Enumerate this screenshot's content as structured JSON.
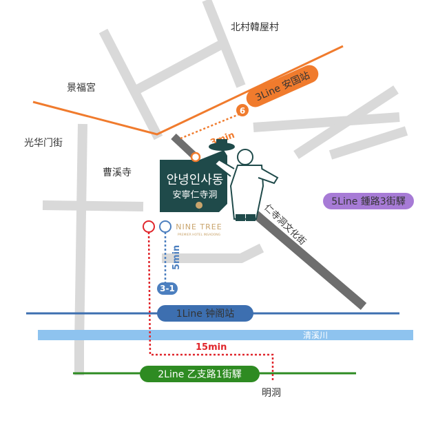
{
  "map": {
    "places": {
      "bukchon": "北村韓屋村",
      "gyeongbokgung": "景福宮",
      "gwanghwamun": "光华门街",
      "jogyesa": "曹溪寺",
      "insadong_street": "仁寺洞文化街",
      "myeongdong": "明洞",
      "cheonggyecheon": "清溪川"
    },
    "hotel": {
      "name_korean": "안녕인사동",
      "name_hanja": "安寧仁寺洞",
      "brand": "NINE TREE",
      "brand_sub": "PREMIER HOTEL INSADONG"
    },
    "subway_lines": [
      {
        "id": "line3",
        "label": "3Line 安国站",
        "color": "#f07b2d"
      },
      {
        "id": "line5",
        "label": "5Line 鍾路3街驛",
        "color": "#a77bd6"
      },
      {
        "id": "line1",
        "label": "1Line 钟阁站",
        "color": "#3d6fb0"
      },
      {
        "id": "line2",
        "label": "2Line 乙支路1街驛",
        "color": "#2e8b22"
      }
    ],
    "exits": {
      "line3_exit": "6",
      "line1_exit": "3-1"
    },
    "routes": {
      "to_line3": "3min",
      "to_line1": "5min",
      "to_line2": "15min"
    },
    "colors": {
      "road": "#d9d9d9",
      "hotel_block": "#1f4a4a",
      "street_dark": "#6e6e6e",
      "river": "#8ec3ef",
      "route_red": "#e0252b",
      "route_blue": "#4c7fbf"
    }
  }
}
